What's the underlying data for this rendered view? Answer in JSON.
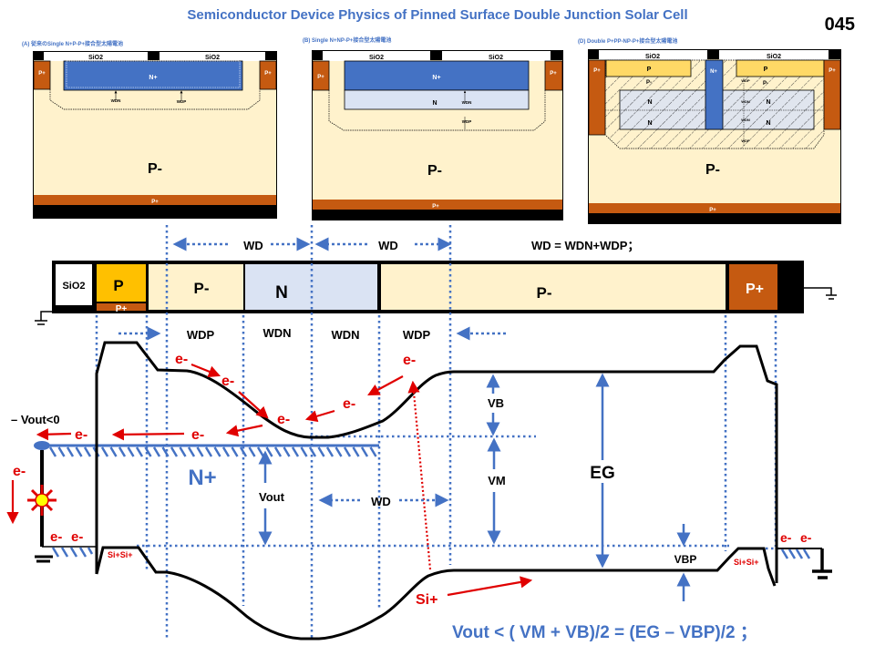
{
  "header": {
    "title": "Semiconductor Device Physics of Pinned Surface Double Junction Solar Cell",
    "page_number": "045"
  },
  "colors": {
    "accent_blue": "#4472c4",
    "n_plus": "#4472c4",
    "n_light": "#dae3f3",
    "p_minus": "#fff2cc",
    "p_plus": "#c55a11",
    "p": "#ffc000",
    "electron_red": "#e00000"
  },
  "panels": [
    {
      "caption": "(A) 従来のSingle N+P-P+接合型太陽電池",
      "labels": {
        "sio2_left": "SiO2",
        "sio2_right": "SiO2",
        "n_plus": "N+",
        "p_plus_left": "P+",
        "p_plus_right": "P+",
        "wdn": "WDN",
        "wdp": "WDP",
        "p_minus": "P-",
        "p_plus_bottom": "P+"
      }
    },
    {
      "caption": "(B) Single N+NP-P+接合型太陽電池",
      "labels": {
        "sio2_left": "SiO2",
        "sio2_right": "SiO2",
        "n_plus": "N+",
        "n": "N",
        "p_plus_left": "P+",
        "p_plus_right": "P+",
        "wdn": "WDN",
        "wdp": "WDP",
        "p_minus": "P-",
        "p_plus_bottom": "P+"
      }
    },
    {
      "caption": "(D) Double P+PP-NP-P+接合型太陽電池",
      "labels": {
        "sio2_left": "SiO2",
        "sio2_right": "SiO2",
        "p_left": "P",
        "p_right": "P",
        "n_plus": "N+",
        "p_minus_small_left": "P-",
        "p_minus_small_right": "P-",
        "n": "N",
        "p_plus_left": "P+",
        "p_plus_right": "P+",
        "wdp": "WDP",
        "wdn": "WDN",
        "p_minus": "P-",
        "p_plus_bottom": "P+"
      }
    }
  ],
  "cross_section": {
    "wd_left": "WD",
    "wd_right": "WD",
    "wd_formula": "WD = WDN+WDP；",
    "regions": [
      "SiO2",
      "P",
      "P+",
      "P-",
      "N",
      "P-",
      "P+"
    ],
    "below_labels": [
      "WDP",
      "WDN",
      "WDN",
      "WDP"
    ]
  },
  "band_diagram": {
    "electron": "e-",
    "vout_label": "– Vout<0",
    "n_plus": "N+",
    "vout": "Vout",
    "wd": "WD",
    "vb": "VB",
    "vm": "VM",
    "eg": "EG",
    "vbp": "VBP",
    "si_plus": "Si+",
    "si_plus_pair": "Si+Si+"
  },
  "formula": "Vout < ( VM + VB)/2 = (EG – VBP)/2 ；"
}
